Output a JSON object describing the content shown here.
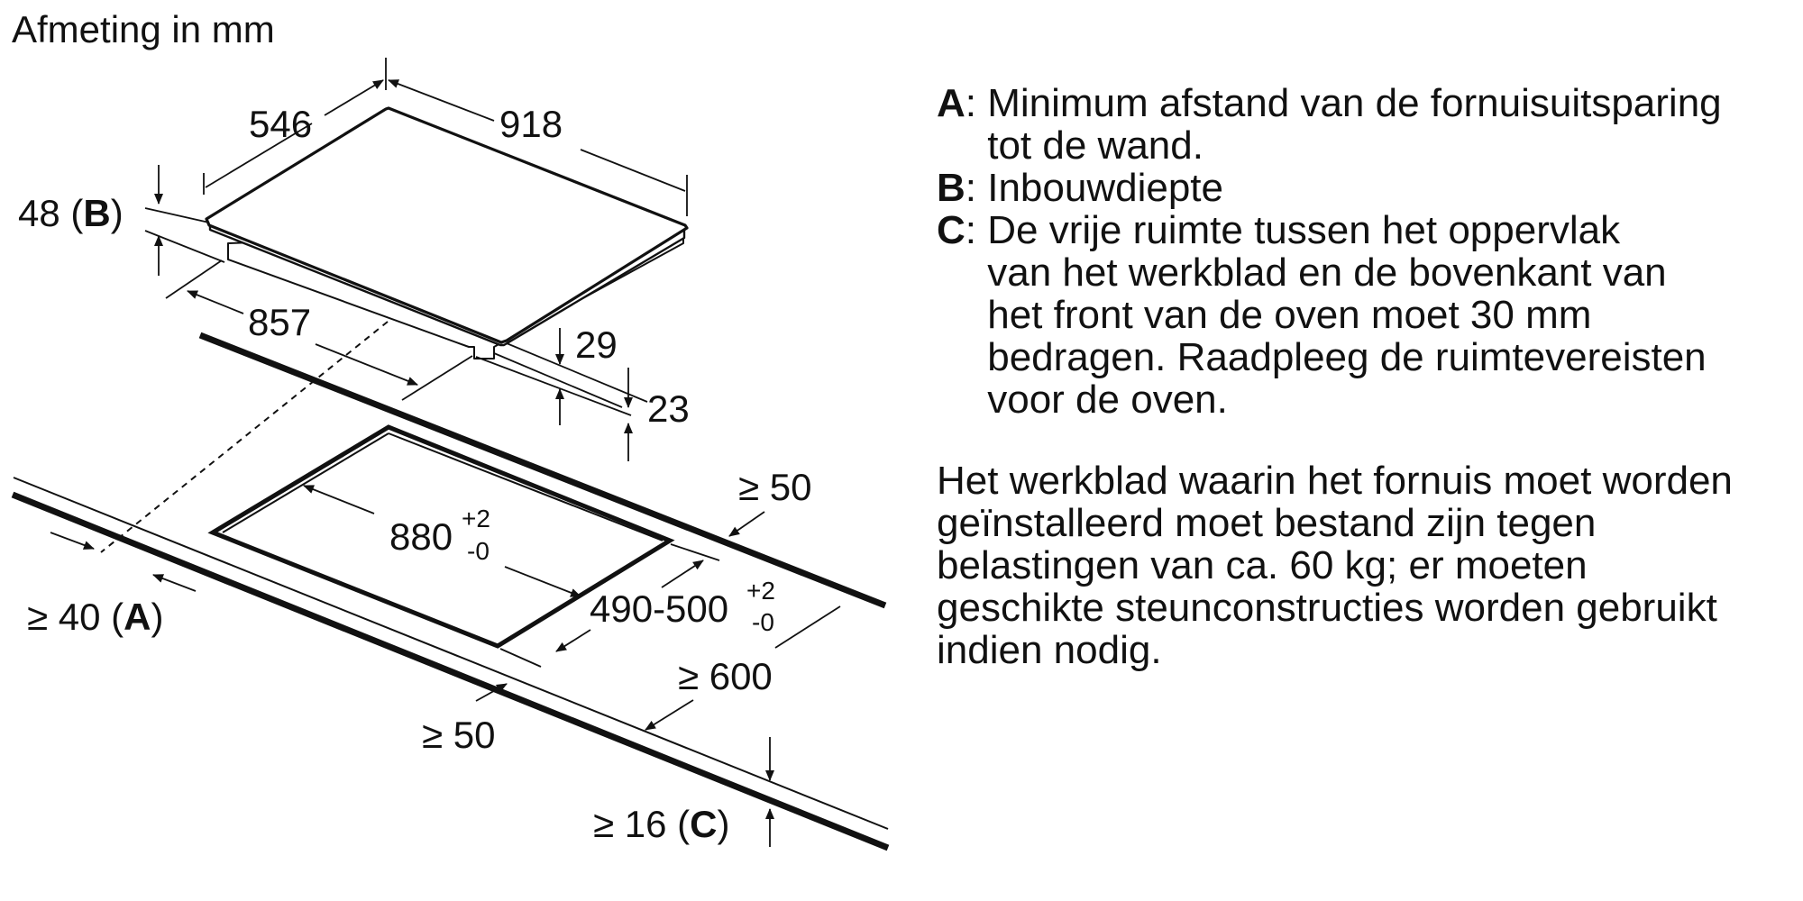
{
  "title": "Afmeting in mm",
  "dimensions": {
    "depth_546": "546",
    "width_918": "918",
    "height_48": "48",
    "height_48_ref": "B",
    "width_857": "857",
    "d_29": "29",
    "d_23": "23",
    "cutout_width": "880",
    "cutout_width_tol_plus": "+2",
    "cutout_width_tol_minus": "-0",
    "cutout_depth": "490-500",
    "cutout_depth_tol_plus": "+2",
    "cutout_depth_tol_minus": "-0",
    "min_back": "≥ 50",
    "min_wall": "≥ 40",
    "min_wall_ref": "A",
    "min_front": "≥ 50",
    "min_worktop_depth": "≥ 600",
    "min_thickness": "≥ 16",
    "min_thickness_ref": "C"
  },
  "legend": [
    {
      "key": "A",
      "text": "Minimum afstand van de fornuisuitsparing\ntot de wand."
    },
    {
      "key": "B",
      "text": "Inbouwdiepte"
    },
    {
      "key": "C",
      "text": "De vrije ruimte tussen het oppervlak\nvan het werkblad en de bovenkant van\nhet front van de oven moet 30 mm\nbedragen. Raadpleeg de ruimtevereisten\nvoor de oven."
    }
  ],
  "note": "Het werkblad waarin het fornuis moet worden\ngeïnstalleerd moet bestand zijn tegen\nbelastingen van ca. 60 kg; er moeten\ngeschikte steunconstructies worden gebruikt\nindien nodig."
}
